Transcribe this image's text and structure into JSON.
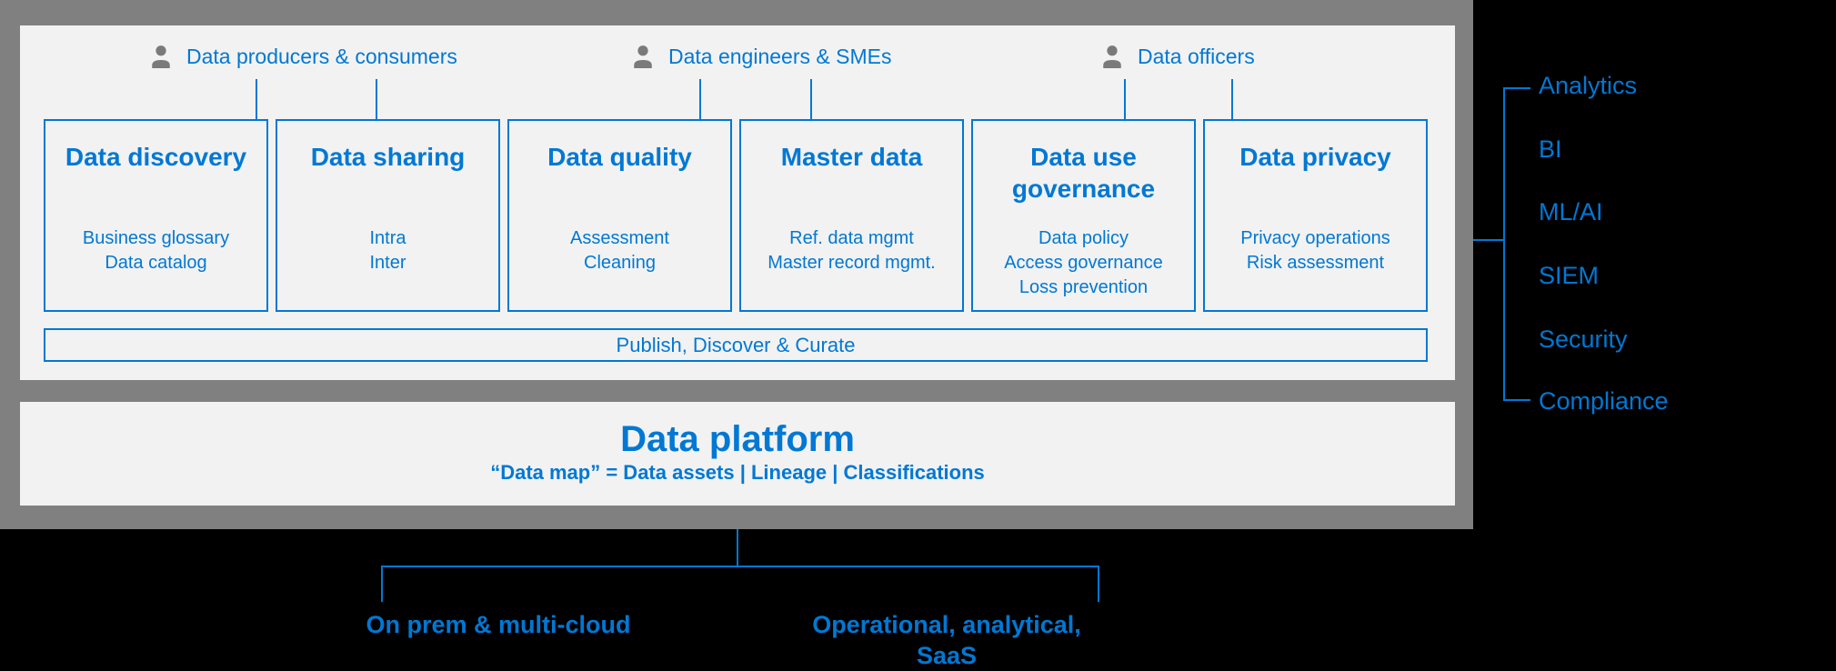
{
  "colors": {
    "accent": "#0078d4",
    "frame_gray": "#808080",
    "panel_gray": "#f2f2f2",
    "background": "#000000",
    "icon_gray": "#7a7a7a"
  },
  "personas": [
    {
      "icon": "person-icon",
      "label": "Data producers & consumers"
    },
    {
      "icon": "person-icon",
      "label": "Data engineers & SMEs"
    },
    {
      "icon": "person-icon",
      "label": "Data officers"
    }
  ],
  "capability_boxes": [
    {
      "title": "Data discovery",
      "items": [
        "Business glossary",
        "Data catalog"
      ]
    },
    {
      "title": "Data sharing",
      "items": [
        "Intra",
        "Inter"
      ]
    },
    {
      "title": "Data quality",
      "items": [
        "Assessment",
        "Cleaning"
      ]
    },
    {
      "title": "Master data",
      "items": [
        "Ref. data mgmt",
        "Master record mgmt."
      ]
    },
    {
      "title": "Data use governance",
      "items": [
        "Data policy",
        "Access governance",
        "Loss prevention"
      ]
    },
    {
      "title": "Data privacy",
      "items": [
        "Privacy operations",
        "Risk assessment"
      ]
    }
  ],
  "publish_bar": {
    "label": "Publish, Discover & Curate"
  },
  "data_platform": {
    "title": "Data platform",
    "subtitle": "“Data map” = Data assets | Lineage | Classifications"
  },
  "sources": [
    {
      "label": "On prem & multi-cloud"
    },
    {
      "label": "Operational, analytical, SaaS"
    }
  ],
  "consumers": [
    {
      "label": "Analytics"
    },
    {
      "label": "BI"
    },
    {
      "label": "ML/AI"
    },
    {
      "label": "SIEM"
    },
    {
      "label": "Security"
    },
    {
      "label": "Compliance"
    }
  ]
}
